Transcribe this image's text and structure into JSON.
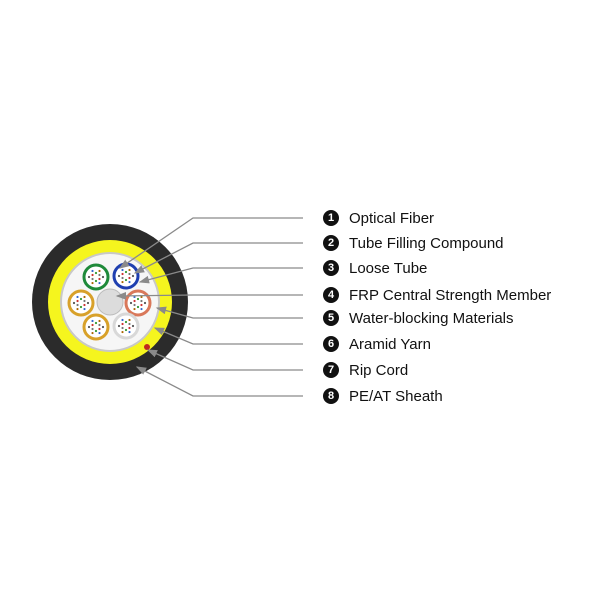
{
  "colors": {
    "sheath": "#2b2b2b",
    "aramid": "#f5f51e",
    "core": "#f4f4f4",
    "leader": "#8a8a8a",
    "rip_cord": "#c0281e"
  },
  "tubes": [
    {
      "color": "#1f8a3a"
    },
    {
      "color": "#1f3fb0"
    },
    {
      "color": "#d9785a"
    },
    {
      "color": "#d8d8d8"
    },
    {
      "color": "#d8a12a"
    },
    {
      "color": "#d8a12a"
    }
  ],
  "legend": [
    {
      "num": "1",
      "label": "Optical Fiber"
    },
    {
      "num": "2",
      "label": "Tube Filling Compound"
    },
    {
      "num": "3",
      "label": "Loose Tube"
    },
    {
      "num": "4",
      "label": "FRP Central Strength Member"
    },
    {
      "num": "5",
      "label": "Water-blocking Materials"
    },
    {
      "num": "6",
      "label": "Aramid Yarn"
    },
    {
      "num": "7",
      "label": "Rip Cord"
    },
    {
      "num": "8",
      "label": "PE/AT Sheath"
    }
  ]
}
